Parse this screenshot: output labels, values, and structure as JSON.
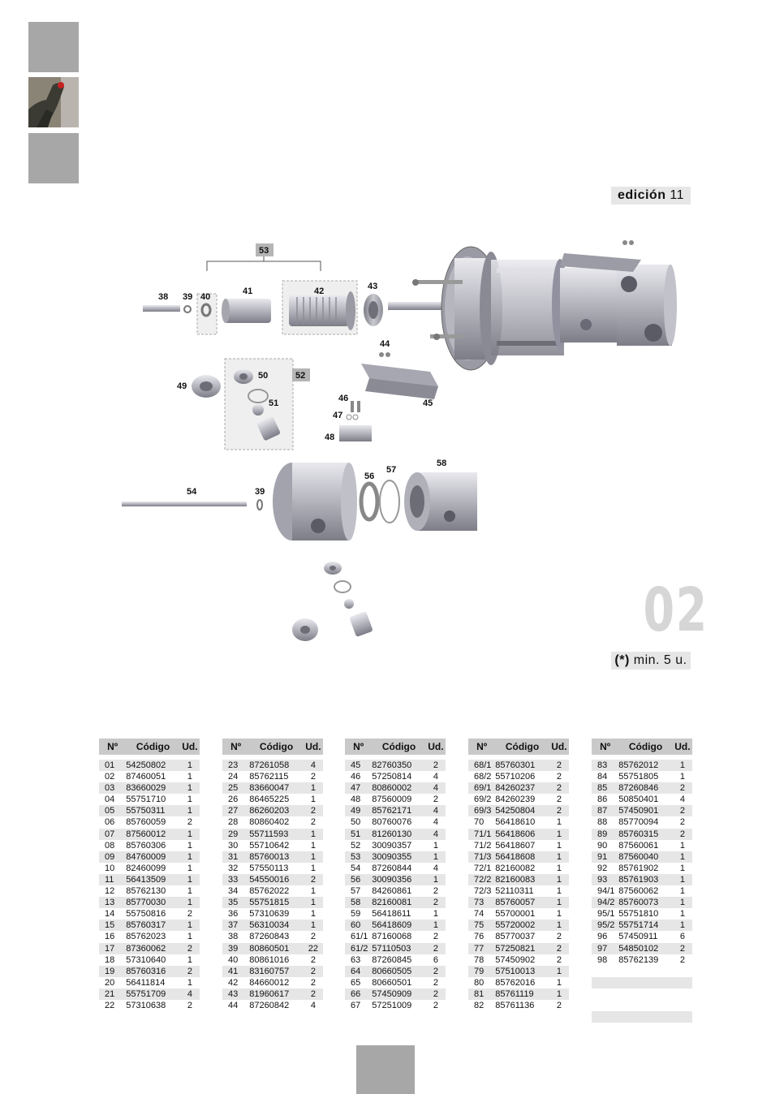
{
  "edition": {
    "label": "edición",
    "number": "11"
  },
  "section_number": "02",
  "min_note": {
    "mark": "(*)",
    "text": "min. 5 u."
  },
  "diagram": {
    "callouts": [
      "38",
      "39",
      "40",
      "41",
      "42",
      "43",
      "53",
      "44",
      "45",
      "46",
      "47",
      "48",
      "49",
      "50",
      "51",
      "52",
      "54",
      "39",
      "56",
      "57",
      "58"
    ]
  },
  "table_headers": {
    "no": "Nº",
    "code": "Código",
    "units": "Ud."
  },
  "tables": [
    [
      [
        "01",
        "54250802",
        "1"
      ],
      [
        "02",
        "87460051",
        "1"
      ],
      [
        "03",
        "83660029",
        "1"
      ],
      [
        "04",
        "55751710",
        "1"
      ],
      [
        "05",
        "55750311",
        "1"
      ],
      [
        "06",
        "85760059",
        "2"
      ],
      [
        "07",
        "87560012",
        "1"
      ],
      [
        "08",
        "85760306",
        "1"
      ],
      [
        "09",
        "84760009",
        "1"
      ],
      [
        "10",
        "82460099",
        "1"
      ],
      [
        "11",
        "56413509",
        "1"
      ],
      [
        "12",
        "85762130",
        "1"
      ],
      [
        "13",
        "85770030",
        "1"
      ],
      [
        "14",
        "55750816",
        "2"
      ],
      [
        "15",
        "85760317",
        "1"
      ],
      [
        "16",
        "85762023",
        "1"
      ],
      [
        "17",
        "87360062",
        "2"
      ],
      [
        "18",
        "57310640",
        "1"
      ],
      [
        "19",
        "85760316",
        "2"
      ],
      [
        "20",
        "56411814",
        "1"
      ],
      [
        "21",
        "55751709",
        "4"
      ],
      [
        "22",
        "57310638",
        "2"
      ]
    ],
    [
      [
        "23",
        "87261058",
        "4"
      ],
      [
        "24",
        "85762115",
        "2"
      ],
      [
        "25",
        "83660047",
        "1"
      ],
      [
        "26",
        "86465225",
        "1"
      ],
      [
        "27",
        "86260203",
        "2"
      ],
      [
        "28",
        "80860402",
        "2"
      ],
      [
        "29",
        "55711593",
        "1"
      ],
      [
        "30",
        "55710642",
        "1"
      ],
      [
        "31",
        "85760013",
        "1"
      ],
      [
        "32",
        "57550113",
        "1"
      ],
      [
        "33",
        "54550016",
        "2"
      ],
      [
        "34",
        "85762022",
        "1"
      ],
      [
        "35",
        "55751815",
        "1"
      ],
      [
        "36",
        "57310639",
        "1"
      ],
      [
        "37",
        "56310034",
        "1"
      ],
      [
        "38",
        "87260843",
        "2"
      ],
      [
        "39",
        "80860501",
        "22"
      ],
      [
        "40",
        "80861016",
        "2"
      ],
      [
        "41",
        "83160757",
        "2"
      ],
      [
        "42",
        "84660012",
        "2"
      ],
      [
        "43",
        "81960617",
        "2"
      ],
      [
        "44",
        "87260842",
        "4"
      ]
    ],
    [
      [
        "45",
        "82760350",
        "2"
      ],
      [
        "46",
        "57250814",
        "4"
      ],
      [
        "47",
        "80860002",
        "4"
      ],
      [
        "48",
        "87560009",
        "2"
      ],
      [
        "49",
        "85762171",
        "4"
      ],
      [
        "50",
        "80760076",
        "4"
      ],
      [
        "51",
        "81260130",
        "4"
      ],
      [
        "52",
        "30090357",
        "1"
      ],
      [
        "53",
        "30090355",
        "1"
      ],
      [
        "54",
        "87260844",
        "4"
      ],
      [
        "56",
        "30090356",
        "1"
      ],
      [
        "57",
        "84260861",
        "2"
      ],
      [
        "58",
        "82160081",
        "2"
      ],
      [
        "59",
        "56418611",
        "1"
      ],
      [
        "60",
        "56418609",
        "1"
      ],
      [
        "61/1",
        "87160068",
        "2"
      ],
      [
        "61/2",
        "57110503",
        "2"
      ],
      [
        "63",
        "87260845",
        "6"
      ],
      [
        "64",
        "80660505",
        "2"
      ],
      [
        "65",
        "80660501",
        "2"
      ],
      [
        "66",
        "57450909",
        "2"
      ],
      [
        "67",
        "57251009",
        "2"
      ]
    ],
    [
      [
        "68/1",
        "85760301",
        "2"
      ],
      [
        "68/2",
        "55710206",
        "2"
      ],
      [
        "69/1",
        "84260237",
        "2"
      ],
      [
        "69/2",
        "84260239",
        "2"
      ],
      [
        "69/3",
        "54250804",
        "2"
      ],
      [
        "70",
        "56418610",
        "1"
      ],
      [
        "71/1",
        "56418606",
        "1"
      ],
      [
        "71/2",
        "56418607",
        "1"
      ],
      [
        "71/3",
        "56418608",
        "1"
      ],
      [
        "72/1",
        "82160082",
        "1"
      ],
      [
        "72/2",
        "82160083",
        "1"
      ],
      [
        "72/3",
        "52110311",
        "1"
      ],
      [
        "73",
        "85760057",
        "1"
      ],
      [
        "74",
        "55700001",
        "1"
      ],
      [
        "75",
        "55720002",
        "1"
      ],
      [
        "76",
        "85770037",
        "2"
      ],
      [
        "77",
        "57250821",
        "2"
      ],
      [
        "78",
        "57450902",
        "2"
      ],
      [
        "79",
        "57510013",
        "1"
      ],
      [
        "80",
        "85762016",
        "1"
      ],
      [
        "81",
        "85761119",
        "1"
      ],
      [
        "82",
        "85761136",
        "2"
      ]
    ],
    [
      [
        "83",
        "85762012",
        "1"
      ],
      [
        "84",
        "55751805",
        "1"
      ],
      [
        "85",
        "87260846",
        "2"
      ],
      [
        "86",
        "50850401",
        "4"
      ],
      [
        "87",
        "57450901",
        "2"
      ],
      [
        "88",
        "85770094",
        "2"
      ],
      [
        "89",
        "85760315",
        "2"
      ],
      [
        "90",
        "87560061",
        "1"
      ],
      [
        "91",
        "87560040",
        "1"
      ],
      [
        "92",
        "85761902",
        "1"
      ],
      [
        "93",
        "85761903",
        "1"
      ],
      [
        "94/1",
        "87560062",
        "1"
      ],
      [
        "94/2",
        "85760073",
        "1"
      ],
      [
        "95/1",
        "55751810",
        "1"
      ],
      [
        "95/2",
        "55751714",
        "1"
      ],
      [
        "96",
        "57450911",
        "6"
      ],
      [
        "97",
        "54850102",
        "2"
      ],
      [
        "98",
        "85762139",
        "2"
      ]
    ]
  ]
}
